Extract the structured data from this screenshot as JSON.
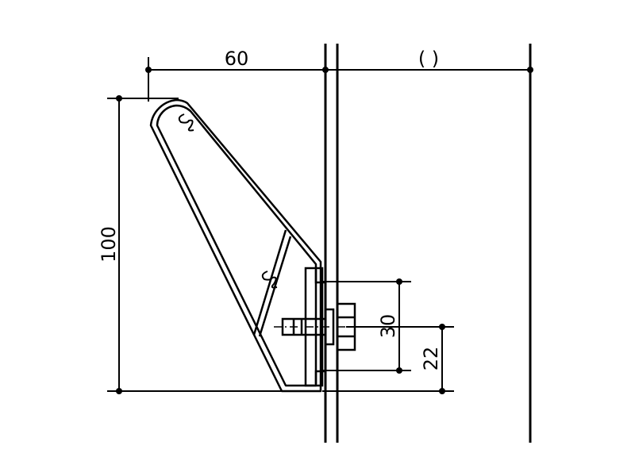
{
  "drawing": {
    "dimensions": {
      "width": "60",
      "height": "100",
      "bolt_spacing": "30",
      "bolt_offset": "22",
      "wall_gap": "( )"
    },
    "colors": {
      "line": "#000000",
      "background": "#ffffff"
    }
  }
}
